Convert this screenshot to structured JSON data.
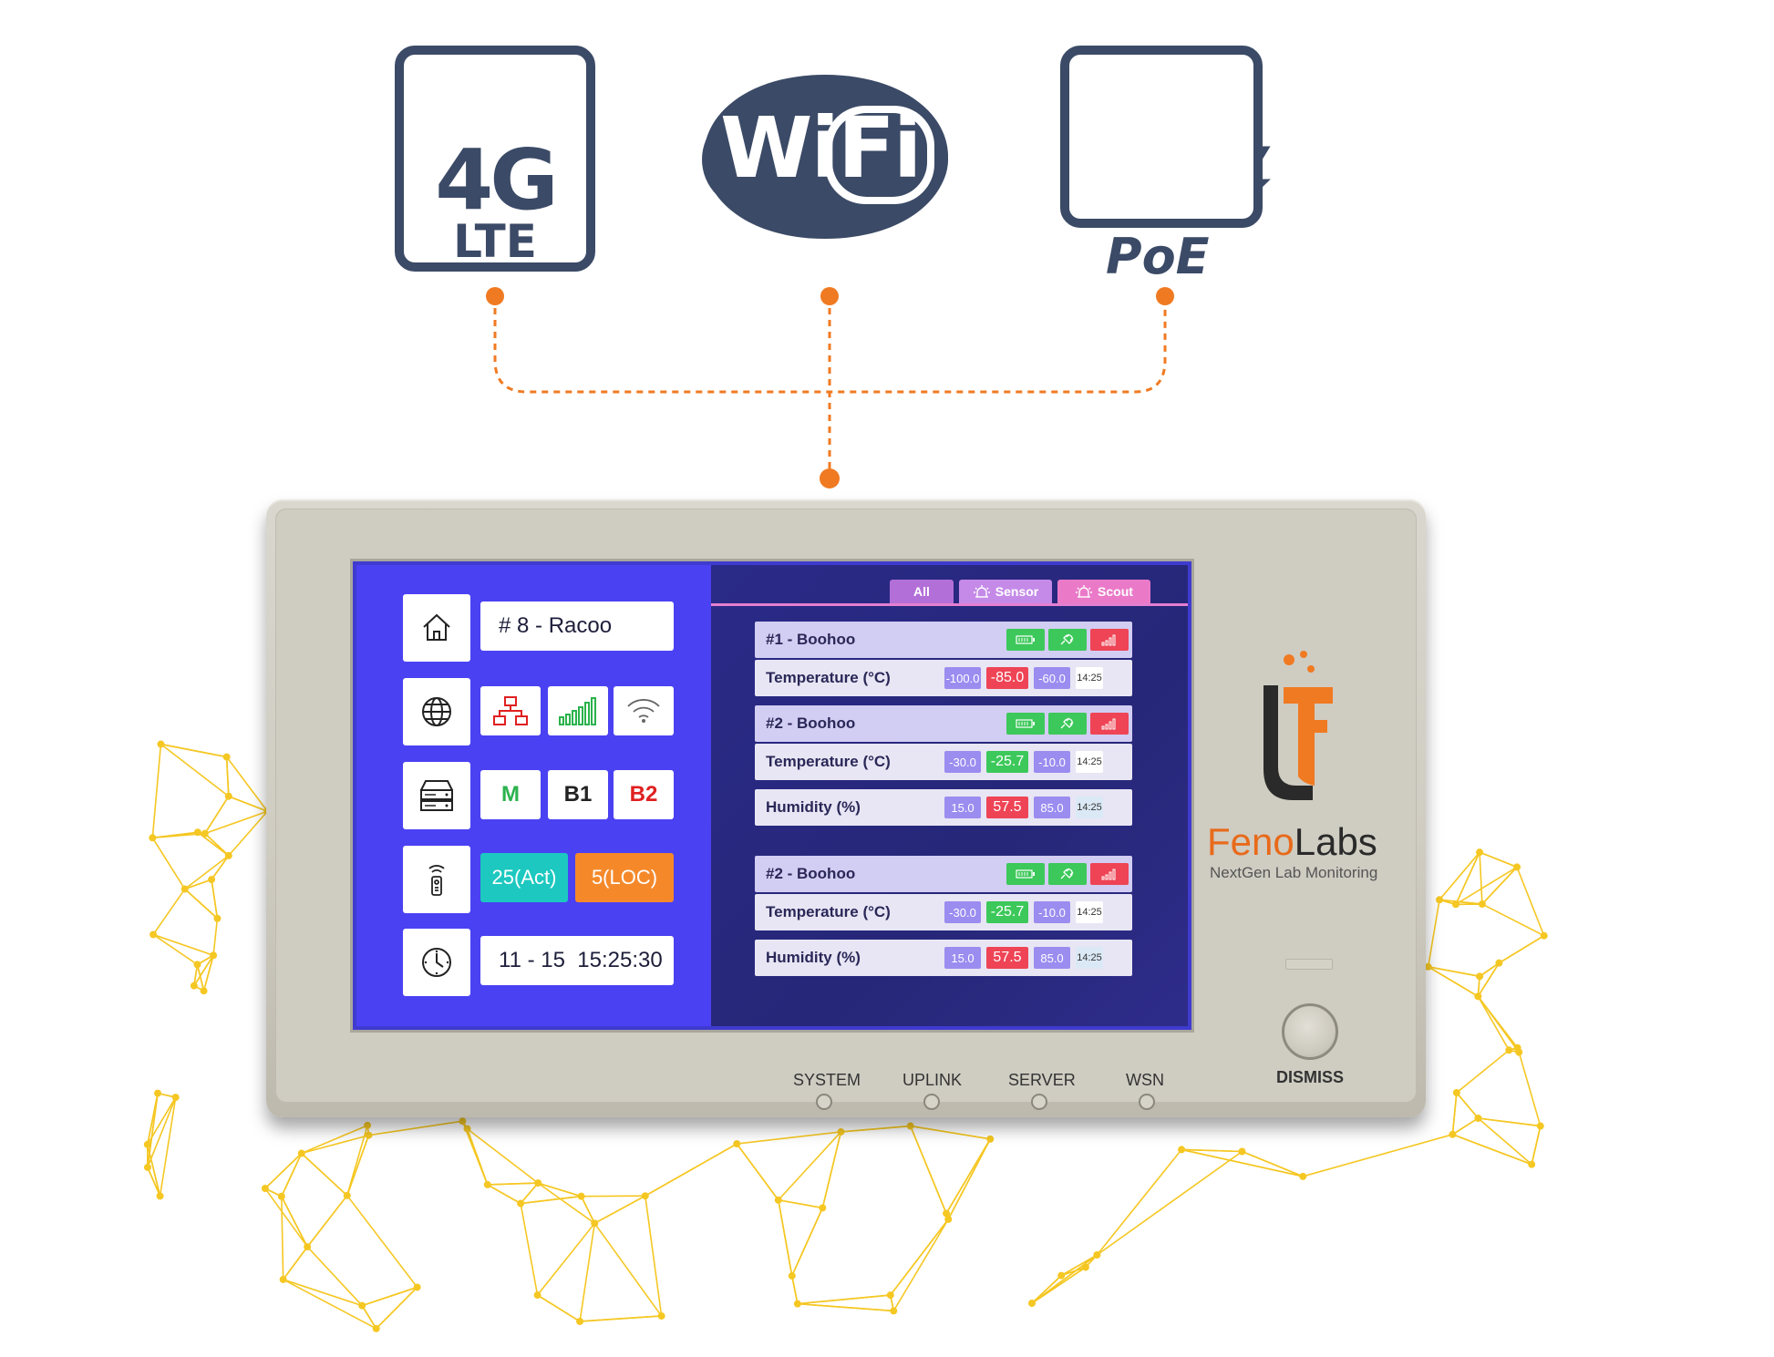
{
  "top_icons": {
    "lte_big": "4G",
    "lte_small": "LTE",
    "wifi_text": "WiFi",
    "poe_text": "PoE"
  },
  "left": {
    "home_icon": "home-icon",
    "site_name": "# 8 - Racoo",
    "network_icon": "globe-icon",
    "storage_icon": "server-icon",
    "m_label": "M",
    "b1_label": "B1",
    "b2_label": "B2",
    "remote_icon": "remote-icon",
    "active_count": "25(Act)",
    "loc_count": "5(LOC)",
    "clock_icon": "clock-icon",
    "datetime": "11 - 15  15:25:30"
  },
  "tabs": {
    "all": "All",
    "sensor": "Sensor",
    "scout": "Scout"
  },
  "devices": [
    {
      "name": "#1 - Boohoo",
      "rows": [
        {
          "label": "Temperature (°C)",
          "min": "-100.0",
          "value": "-85.0",
          "max": "-60.0",
          "time": "14:25"
        }
      ]
    },
    {
      "name": "#2 - Boohoo",
      "rows": [
        {
          "label": "Temperature (°C)",
          "min": "-30.0",
          "value": "-25.7",
          "max": "-10.0",
          "time": "14:25"
        },
        {
          "label": "Humidity (%)",
          "min": "15.0",
          "value": "57.5",
          "max": "85.0",
          "time": "14:25"
        }
      ]
    },
    {
      "name": "#2 - Boohoo",
      "rows": [
        {
          "label": "Temperature (°C)",
          "min": "-30.0",
          "value": "-25.7",
          "max": "-10.0",
          "time": "14:25"
        },
        {
          "label": "Humidity (%)",
          "min": "15.0",
          "value": "57.5",
          "max": "85.0",
          "time": "14:25"
        }
      ]
    }
  ],
  "leds": {
    "system": "SYSTEM",
    "uplink": "UPLINK",
    "server": "SERVER",
    "wsn": "WSN"
  },
  "dismiss": "DISMISS",
  "brand": {
    "name_a": "Feno",
    "name_b": "Labs",
    "tagline": "NextGen Lab Monitoring"
  },
  "colors": {
    "icon_navy": "#3b4a66",
    "connector_orange": "#f07a22",
    "mesh_yellow": "#f5c518",
    "left_panel_blue": "#4a41f2",
    "green": "#3cc85a",
    "red": "#ee4455",
    "purple": "#9b8cf0",
    "teal": "#1cc8c0",
    "orange": "#f5892a",
    "tab_all": "#b36fd8",
    "tab_sensor": "#c58ae8",
    "tab_scout": "#ea7ac8"
  }
}
